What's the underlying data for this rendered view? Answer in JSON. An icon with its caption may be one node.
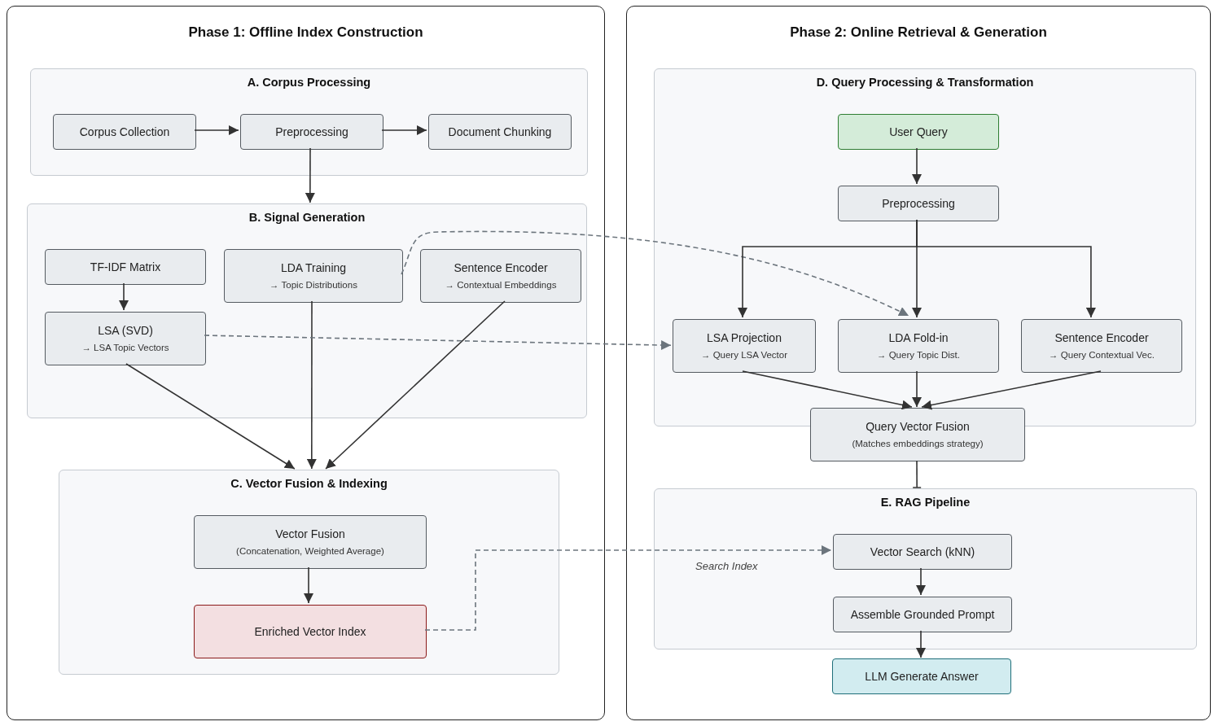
{
  "diagram": {
    "nodes": [
      {
        "text": [
          "Phase 1: Offline Index Construction"
        ]
      },
      {
        "text": [
          "A. Corpus Processing"
        ],
        "in": 0
      },
      {
        "text": [
          "Corpus Collection"
        ],
        "in": 1
      },
      {
        "text": [
          "Preprocessing"
        ],
        "in": 1
      },
      {
        "text": [
          "Document Chunking"
        ],
        "in": 1
      },
      {
        "text": [
          "B. Signal Generation"
        ],
        "in": 0
      },
      {
        "text": [
          "TF-IDF Matrix"
        ],
        "in": 5
      },
      {
        "text": [
          "LDA Training",
          "→ Topic Distributions"
        ],
        "in": 5
      },
      {
        "text": [
          "Sentence Encoder",
          "→ Contextual Embeddings"
        ],
        "in": 5
      },
      {
        "text": [
          "LSA (SVD)",
          "→ LSA Topic Vectors"
        ],
        "in": 5
      },
      {
        "text": [
          "C. Vector Fusion & Indexing"
        ],
        "in": 0
      },
      {
        "text": [
          "Vector Fusion",
          "(Concatenation, Weighted Average)"
        ],
        "in": 10
      },
      {
        "text": [
          "Enriched Vector Index"
        ],
        "in": 10
      },
      {
        "text": [
          "Phase 2: Online Retrieval & Generation"
        ]
      },
      {
        "text": [
          "D. Query Processing & Transformation"
        ],
        "in": 13
      },
      {
        "text": [
          "User Query"
        ],
        "in": 14
      },
      {
        "text": [
          "Preprocessing"
        ],
        "in": 14
      },
      {
        "text": [
          "LSA Projection",
          "→ Query LSA Vector"
        ],
        "in": 14
      },
      {
        "text": [
          "LDA Fold-in",
          "→ Query Topic Dist."
        ],
        "in": 14
      },
      {
        "text": [
          "Sentence Encoder",
          "→ Query Contextual Vec."
        ],
        "in": 14
      },
      {
        "text": [
          "Query Vector Fusion",
          "(Matches embeddings strategy)"
        ],
        "in": 13
      },
      {
        "text": [
          "E. RAG Pipeline"
        ],
        "in": 13
      },
      {
        "text": [
          "Vector Search (kNN)"
        ],
        "in": 21
      },
      {
        "text": [
          "Assemble Grounded Prompt"
        ],
        "in": 21
      },
      {
        "text": [
          "LLM Generate Answer"
        ],
        "in": 13
      }
    ],
    "edges": [
      {
        "from": 2,
        "to": 3,
        "arrow": "to"
      },
      {
        "from": 3,
        "to": 4,
        "arrow": "to"
      },
      {
        "from": 3,
        "to": 5,
        "arrow": "to"
      },
      {
        "from": 6,
        "to": 9,
        "arrow": "to"
      },
      {
        "from": 9,
        "to": 10,
        "arrow": "to"
      },
      {
        "from": 7,
        "to": 10,
        "arrow": "to"
      },
      {
        "from": 8,
        "to": 10,
        "arrow": "to"
      },
      {
        "from": 9,
        "to": 17,
        "arrow": "to",
        "style": "dashed",
        "color": "#6c757d"
      },
      {
        "from": 7,
        "to": 18,
        "arrow": "to",
        "style": "dashed",
        "color": "#6c757d"
      },
      {
        "from": 11,
        "to": 12,
        "arrow": "to"
      },
      {
        "from": 12,
        "to": 22,
        "arrow": "to",
        "label": "Search Index",
        "style": "dashed",
        "color": "#6c757d"
      },
      {
        "from": 15,
        "to": 16,
        "arrow": "to"
      },
      {
        "from": 16,
        "to": 17,
        "arrow": "to"
      },
      {
        "from": 16,
        "to": 18,
        "arrow": "to"
      },
      {
        "from": 16,
        "to": 19,
        "arrow": "to"
      },
      {
        "from": 17,
        "to": 20,
        "arrow": "to"
      },
      {
        "from": 18,
        "to": 20,
        "arrow": "to"
      },
      {
        "from": 19,
        "to": 20,
        "arrow": "to"
      },
      {
        "from": 20,
        "to": 21,
        "arrow": "other"
      },
      {
        "from": 22,
        "to": 23,
        "arrow": "to"
      },
      {
        "from": 23,
        "to": 24,
        "arrow": "to"
      }
    ]
  }
}
